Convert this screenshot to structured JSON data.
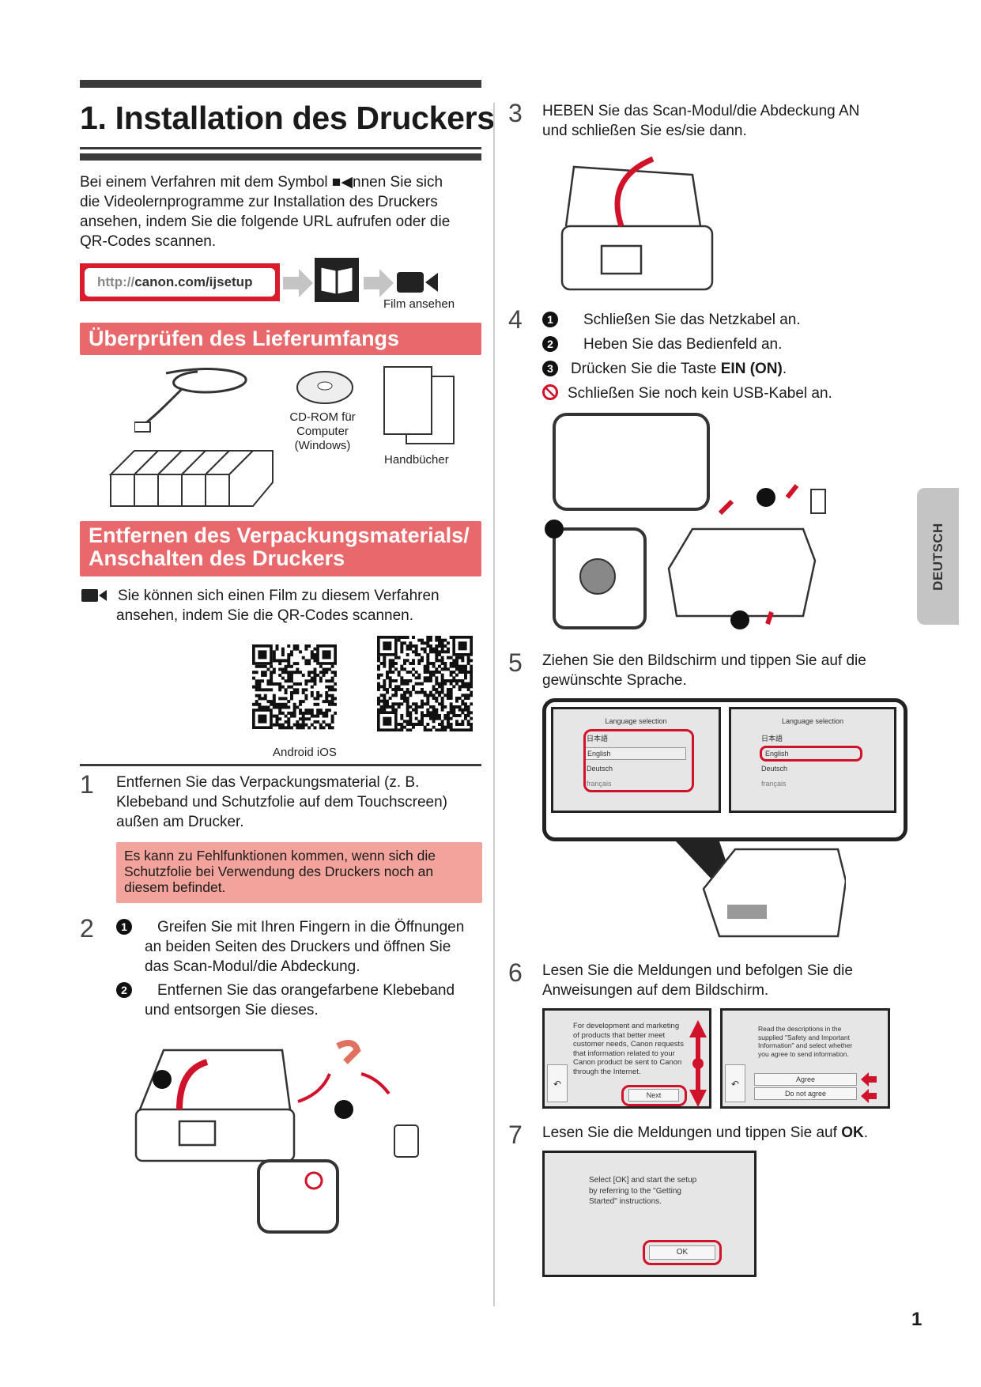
{
  "header": {
    "title": "1. Installation des Druckers"
  },
  "intro": {
    "lines": [
      "Bei einem Verfahren mit dem Symbol ■◀nnen Sie sich",
      "die Videolernprogramme zur Installation des Druckers",
      "ansehen, indem Sie die folgende URL aufrufen oder die",
      "QR-Codes scannen."
    ]
  },
  "url": {
    "prefix": "http://",
    "host": "canon.com/ijsetup",
    "film_label": "Film ansehen"
  },
  "section_contents": {
    "title": "Überprüfen des Lieferumfangs",
    "cd_label": [
      "CD-ROM für",
      "Computer",
      "(Windows)"
    ],
    "manuals_label": "Handbücher"
  },
  "section_unpack": {
    "title_lines": [
      "Entfernen des Verpackungsmaterials/",
      "Anschalten des Druckers"
    ],
    "video_note": [
      "Sie können sich einen Film zu diesem Verfahren",
      "ansehen, indem Sie die QR-Codes scannen."
    ],
    "qr_labels": "Android iOS"
  },
  "steps": {
    "s1": {
      "num": "1",
      "lines": [
        "Entfernen Sie das Verpackungsmaterial (z. B.",
        "Klebeband und Schutzfolie auf dem Touchscreen)",
        "außen am Drucker."
      ],
      "warning": [
        "Es kann zu Fehlfunktionen kommen, wenn sich die",
        "Schutzfolie bei Verwendung des Druckers noch an",
        "diesem befindet."
      ]
    },
    "s2": {
      "num": "2",
      "items": [
        {
          "bullet": "1",
          "lines": [
            "Greifen Sie mit Ihren Fingern in die Öffnungen",
            "an beiden Seiten des Druckers und öffnen Sie",
            "das Scan-Modul/die Abdeckung."
          ]
        },
        {
          "bullet": "2",
          "lines": [
            "Entfernen Sie das orangefarbene Klebeband",
            "und entsorgen Sie dieses."
          ]
        }
      ]
    },
    "s3": {
      "num": "3",
      "lines": [
        "HEBEN Sie das Scan-Modul/die Abdeckung AN",
        "und schließen Sie es/sie dann."
      ]
    },
    "s4": {
      "num": "4",
      "items": [
        "Schließen Sie das Netzkabel an.",
        "Heben Sie das Bedienfeld an.",
        "Drücken Sie die Taste ",
        "Schließen Sie noch kein USB-Kabel an."
      ],
      "bold_key": "EIN (ON)",
      "bullets": [
        "1",
        "2",
        "3"
      ]
    },
    "s5": {
      "num": "5",
      "lines": [
        "Ziehen Sie den Bildschirm und tippen Sie auf die",
        "gewünschte Sprache."
      ],
      "screen_title": "Language selection",
      "languages": [
        "日本語",
        "English",
        "Deutsch",
        "français"
      ]
    },
    "s6": {
      "num": "6",
      "lines": [
        "Lesen Sie die Meldungen und befolgen Sie die",
        "Anweisungen auf dem Bildschirm."
      ],
      "screen1_text": [
        "For development and marketing",
        "of products that better meet",
        "customer needs, Canon requests",
        "that information related to your",
        "Canon product be sent to Canon",
        "through the Internet."
      ],
      "screen1_button": "Next",
      "screen2_text": [
        "Read the descriptions in the",
        "supplied \"Safety and Important",
        "Information\" and select whether",
        "you agree to send information."
      ],
      "agree": "Agree",
      "disagree": "Do not agree",
      "back_glyph": "↶"
    },
    "s7": {
      "num": "7",
      "text": "Lesen Sie die Meldungen und tippen Sie auf ",
      "bold": "OK",
      "period": ".",
      "screen_text": [
        "Select [OK] and start the setup",
        "by referring to the \"Getting",
        "Started\" instructions."
      ],
      "button": "OK"
    }
  },
  "side_tab": "DEUTSCH",
  "page_number": "1",
  "colors": {
    "accent": "#e8686b",
    "red": "#d0122a",
    "warning_bg": "#f2a49c",
    "dark": "#3a3a3a"
  }
}
